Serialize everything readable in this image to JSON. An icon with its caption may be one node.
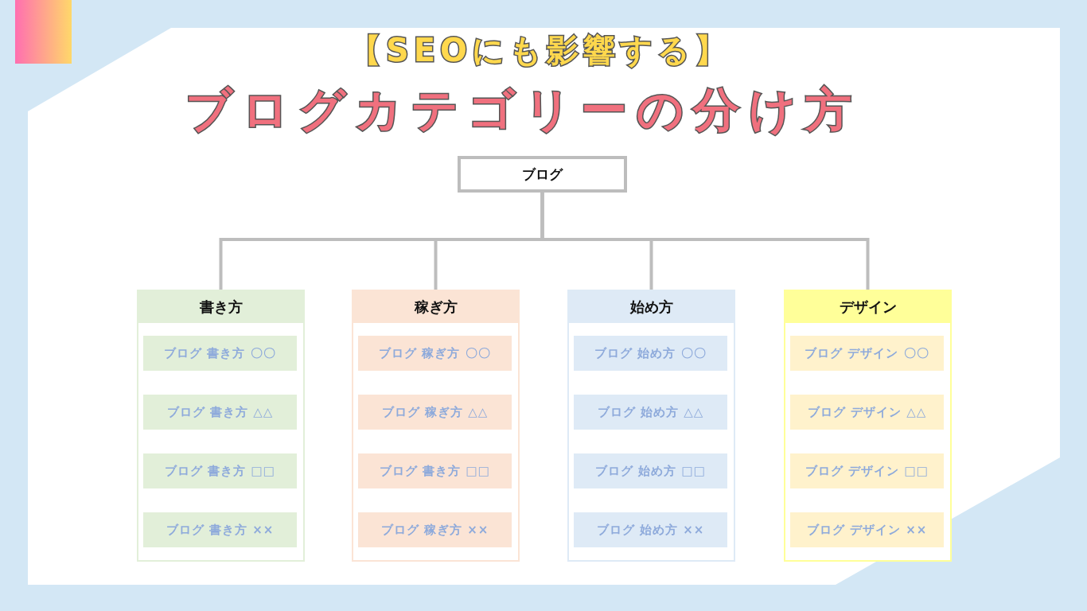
{
  "diagram": {
    "title": "ブログカテゴリーの分け方",
    "nodes": [
      {
        "text": [
          "ブログ"
        ]
      },
      {
        "text": [
          "書き方"
        ]
      },
      {
        "text": [
          "ブログ 書き方 〇〇"
        ],
        "in": 1
      },
      {
        "text": [
          "ブログ 書き方 △△"
        ],
        "in": 1
      },
      {
        "text": [
          "ブログ 書き方 □□"
        ],
        "in": 1
      },
      {
        "text": [
          "ブログ 書き方 ××"
        ],
        "in": 1
      },
      {
        "text": [
          "稼ぎ方"
        ]
      },
      {
        "text": [
          "ブログ 稼ぎ方 〇〇"
        ],
        "in": 6
      },
      {
        "text": [
          "ブログ 稼ぎ方 △△"
        ],
        "in": 6
      },
      {
        "text": [
          "ブログ 書き方 □□"
        ],
        "in": 6
      },
      {
        "text": [
          "ブログ 稼ぎ方 ××"
        ],
        "in": 6
      },
      {
        "text": [
          "始め方"
        ]
      },
      {
        "text": [
          "ブログ 始め方 〇〇"
        ],
        "in": 11
      },
      {
        "text": [
          "ブログ 始め方 △△"
        ],
        "in": 11
      },
      {
        "text": [
          "ブログ 始め方 □□"
        ],
        "in": 11
      },
      {
        "text": [
          "ブログ 始め方 ××"
        ],
        "in": 11
      },
      {
        "text": [
          "デザイン"
        ]
      },
      {
        "text": [
          "ブログ デザイン 〇〇"
        ],
        "in": 16
      },
      {
        "text": [
          "ブログ デザイン △△"
        ],
        "in": 16
      },
      {
        "text": [
          "ブログ デザイン □□"
        ],
        "in": 16
      },
      {
        "text": [
          "ブログ デザイン ××"
        ],
        "in": 16
      }
    ],
    "edges": [
      {
        "from": 0,
        "to": 1,
        "arrow": "none"
      },
      {
        "from": 0,
        "to": 6,
        "arrow": "none"
      },
      {
        "from": 0,
        "to": 11,
        "arrow": "none"
      },
      {
        "from": 0,
        "to": 16,
        "arrow": "none"
      }
    ],
    "labels": [
      "【SEOにも影響する】"
    ]
  }
}
